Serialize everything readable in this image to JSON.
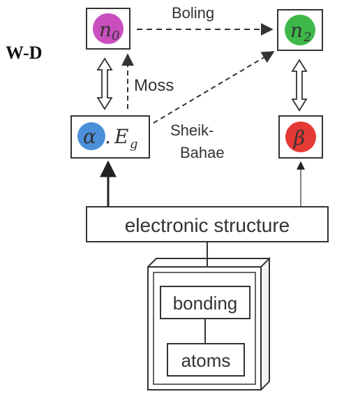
{
  "side_label": "W-D",
  "nodes": {
    "n0": {
      "symbol": "n",
      "subscript": "0",
      "color": "#c94fbf"
    },
    "n2": {
      "symbol": "n",
      "subscript": "2",
      "color": "#3fb84a"
    },
    "alpha_eg": {
      "alpha": "α",
      "separator": ".",
      "symbol": "E",
      "subscript": "g",
      "color": "#4a90d9"
    },
    "beta": {
      "symbol": "β",
      "color": "#e53935"
    },
    "electronic_structure": "electronic structure",
    "bonding": "bonding",
    "atoms": "atoms"
  },
  "relations": {
    "boling": "Boling",
    "moss": "Moss",
    "sheik_bahae_line1": "Sheik-",
    "sheik_bahae_line2": "Bahae"
  }
}
